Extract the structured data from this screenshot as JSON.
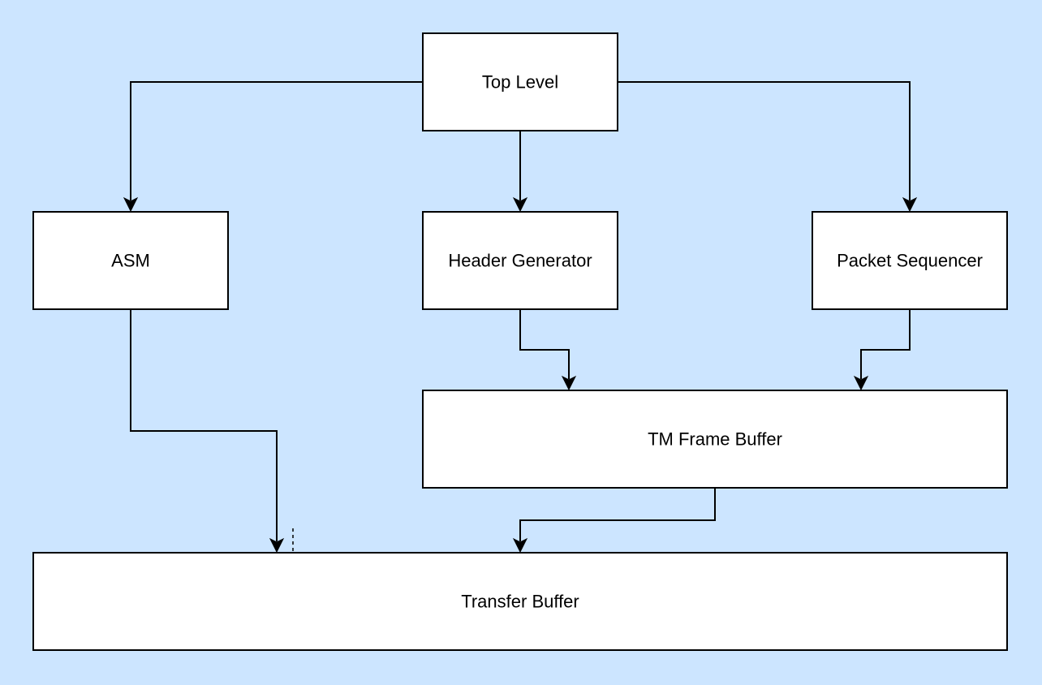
{
  "diagram": {
    "background_color": "#cce5ff",
    "node_fill": "#ffffff",
    "line_color": "#000000",
    "nodes": [
      {
        "id": "top-level",
        "label": "Top Level"
      },
      {
        "id": "asm",
        "label": "ASM"
      },
      {
        "id": "header-generator",
        "label": "Header Generator"
      },
      {
        "id": "packet-sequencer",
        "label": "Packet Sequencer"
      },
      {
        "id": "tm-frame-buffer",
        "label": "TM Frame Buffer"
      },
      {
        "id": "transfer-buffer",
        "label": "Transfer Buffer"
      }
    ],
    "edges": [
      {
        "from": "top-level",
        "to": "asm"
      },
      {
        "from": "top-level",
        "to": "header-generator"
      },
      {
        "from": "top-level",
        "to": "packet-sequencer"
      },
      {
        "from": "header-generator",
        "to": "tm-frame-buffer"
      },
      {
        "from": "packet-sequencer",
        "to": "tm-frame-buffer"
      },
      {
        "from": "asm",
        "to": "transfer-buffer"
      },
      {
        "from": "tm-frame-buffer",
        "to": "transfer-buffer"
      }
    ]
  }
}
